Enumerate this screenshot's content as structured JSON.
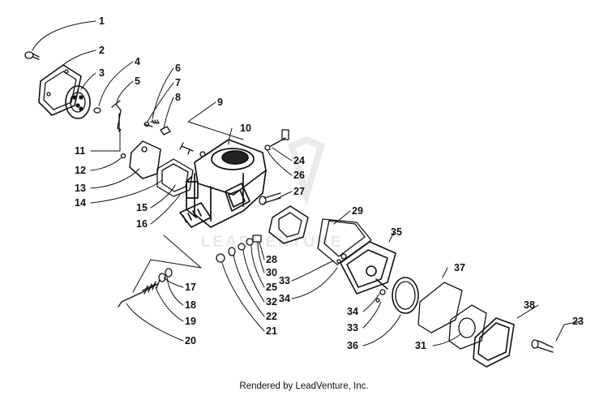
{
  "watermark": "LEADVENTURE",
  "footer": "Rendered by LeadVenture, Inc.",
  "callouts": [
    "1",
    "2",
    "3",
    "4",
    "5",
    "6",
    "7",
    "8",
    "9",
    "10",
    "11",
    "12",
    "13",
    "14",
    "15",
    "16",
    "17",
    "18",
    "19",
    "20",
    "21",
    "22",
    "23",
    "24",
    "25",
    "26",
    "27",
    "28",
    "29",
    "30",
    "31",
    "32",
    "33",
    "33",
    "34",
    "34",
    "35",
    "36",
    "37",
    "38"
  ]
}
